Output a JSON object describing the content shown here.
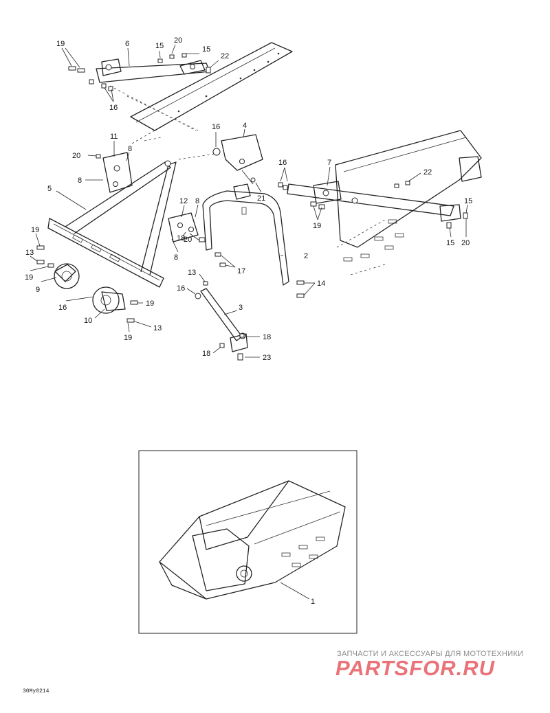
{
  "diagram": {
    "callouts": [
      {
        "id": "c19a",
        "text": "19"
      },
      {
        "id": "c6",
        "text": "6"
      },
      {
        "id": "c15a",
        "text": "15"
      },
      {
        "id": "c20a",
        "text": "20"
      },
      {
        "id": "c15b",
        "text": "15"
      },
      {
        "id": "c22a",
        "text": "22"
      },
      {
        "id": "c16a",
        "text": "16"
      },
      {
        "id": "c16b",
        "text": "16"
      },
      {
        "id": "c4",
        "text": "4"
      },
      {
        "id": "c11",
        "text": "11"
      },
      {
        "id": "c20b",
        "text": "20"
      },
      {
        "id": "c8a",
        "text": "8"
      },
      {
        "id": "c8b",
        "text": "8"
      },
      {
        "id": "c5",
        "text": "5"
      },
      {
        "id": "c21",
        "text": "21"
      },
      {
        "id": "c16c",
        "text": "16"
      },
      {
        "id": "c7",
        "text": "7"
      },
      {
        "id": "c22b",
        "text": "22"
      },
      {
        "id": "c15c",
        "text": "15"
      },
      {
        "id": "c19b",
        "text": "19"
      },
      {
        "id": "c15d",
        "text": "15"
      },
      {
        "id": "c20c",
        "text": "20"
      },
      {
        "id": "c12",
        "text": "12"
      },
      {
        "id": "c8c",
        "text": "8"
      },
      {
        "id": "c18a",
        "text": "18"
      },
      {
        "id": "c20d",
        "text": "20"
      },
      {
        "id": "c8d",
        "text": "8"
      },
      {
        "id": "c19c",
        "text": "19"
      },
      {
        "id": "c13a",
        "text": "13"
      },
      {
        "id": "c19d",
        "text": "19"
      },
      {
        "id": "c9",
        "text": "9"
      },
      {
        "id": "c16d",
        "text": "16"
      },
      {
        "id": "c17",
        "text": "17"
      },
      {
        "id": "c2",
        "text": "2"
      },
      {
        "id": "c13b",
        "text": "13"
      },
      {
        "id": "c14",
        "text": "14"
      },
      {
        "id": "c16e",
        "text": "16"
      },
      {
        "id": "c19e",
        "text": "19"
      },
      {
        "id": "c3",
        "text": "3"
      },
      {
        "id": "c10",
        "text": "10"
      },
      {
        "id": "c13c",
        "text": "13"
      },
      {
        "id": "c19f",
        "text": "19"
      },
      {
        "id": "c18b",
        "text": "18"
      },
      {
        "id": "c18c",
        "text": "18"
      },
      {
        "id": "c23",
        "text": "23"
      },
      {
        "id": "c1",
        "text": "1"
      }
    ],
    "drawing_code": "30My0214"
  },
  "watermark": {
    "tagline": "ЗАПЧАСТИ И АКСЕССУАРЫ ДЛЯ МОТОТЕХНИКИ",
    "logo": "PARTSFOR.RU"
  }
}
